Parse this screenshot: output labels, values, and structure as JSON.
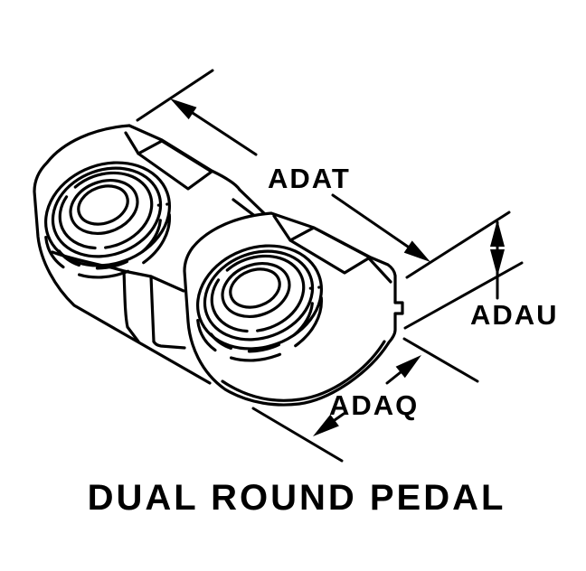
{
  "diagram": {
    "title": "DUAL ROUND PEDAL",
    "dimension_labels": {
      "adat": "ADAT",
      "adau": "ADAU",
      "adaq": "ADAQ"
    },
    "colors": {
      "line": "#000000",
      "background": "#ffffff"
    }
  }
}
